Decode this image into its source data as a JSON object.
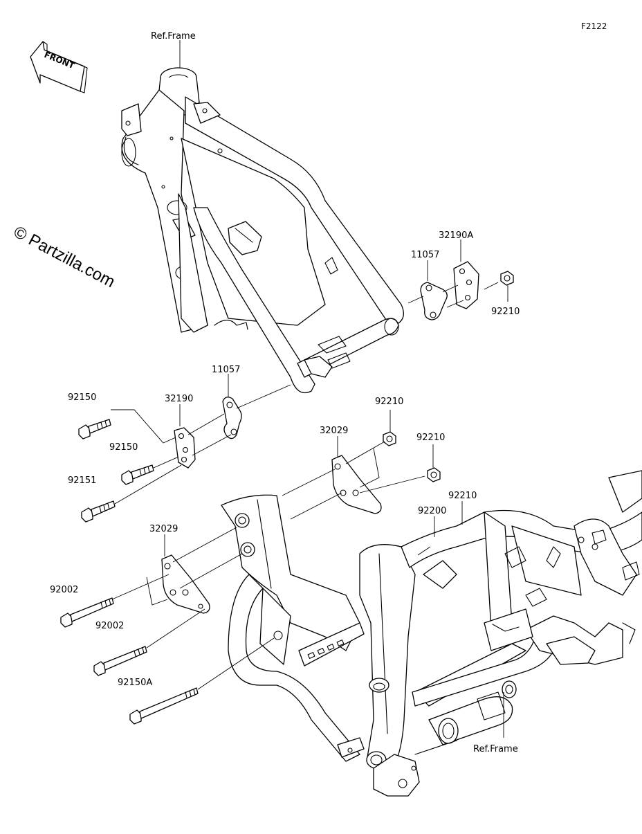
{
  "figure_code": "F2122",
  "front_label": "FRONT",
  "watermark": "© Partzilla.com",
  "labels": {
    "ref_frame_top": "Ref.Frame",
    "ref_frame_bottom": "Ref.Frame",
    "p32190A": "32190A",
    "p11057_upper": "11057",
    "p92210_right": "92210",
    "p11057_lower": "11057",
    "p32190": "32190",
    "p92150_a": "92150",
    "p92150_b": "92150",
    "p92151": "92151",
    "p92210_a": "92210",
    "p32029_upper": "32029",
    "p92210_b": "92210",
    "p92210_c": "92210",
    "p92200": "92200",
    "p32029_lower": "32029",
    "p92002_a": "92002",
    "p92002_b": "92002",
    "p92150A": "92150A"
  }
}
